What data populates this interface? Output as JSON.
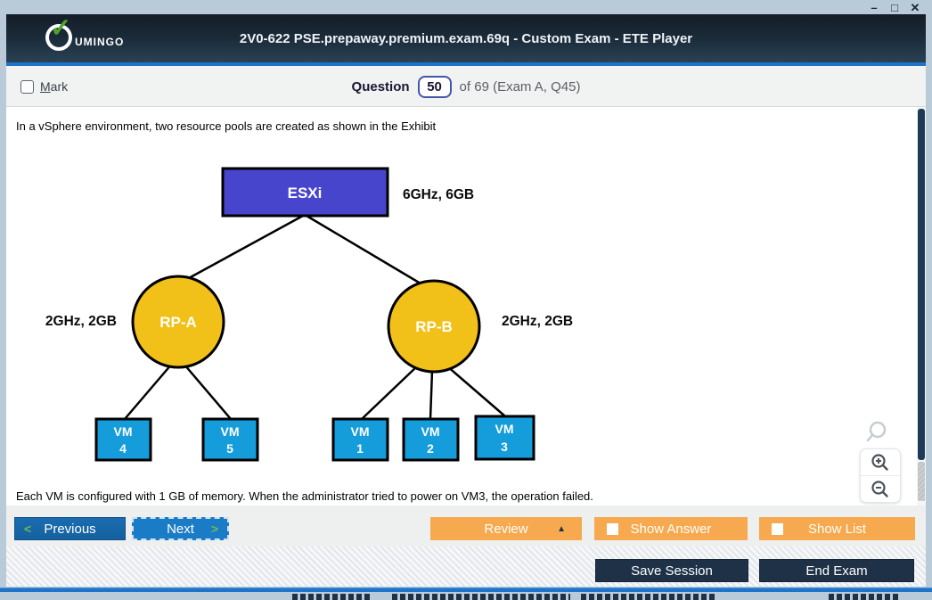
{
  "window": {
    "title": "2V0-622 PSE.prepaway.premium.exam.69q - Custom Exam - ETE Player",
    "logo_brand": "UMINGO",
    "logo_check": "✓",
    "controls": {
      "minimize": "–",
      "maximize": "□",
      "close": "✕"
    }
  },
  "question_bar": {
    "mark_initial": "M",
    "mark_rest": "ark",
    "question_word": "Question",
    "question_number": "50",
    "of_text": "of 69 (Exam A, Q45)"
  },
  "content": {
    "intro_text": "In a vSphere environment, two resource pools are created as shown in the Exhibit",
    "note_text": "Each VM is configured with 1 GB of memory. When the administrator tried to power on VM3, the operation failed."
  },
  "diagram": {
    "root": {
      "label": "ESXi",
      "annotation": "6GHz, 6GB",
      "color": "#4845cd"
    },
    "pools": [
      {
        "label": "RP-A",
        "annotation": "2GHz, 2GB",
        "color": "#f2c119"
      },
      {
        "label": "RP-B",
        "annotation": "2GHz, 2GB",
        "color": "#f2c119"
      }
    ],
    "vm_color": "#149cdb",
    "vms": [
      {
        "line1": "VM",
        "line2": "4",
        "parent": "RP-A"
      },
      {
        "line1": "VM",
        "line2": "5",
        "parent": "RP-A"
      },
      {
        "line1": "VM",
        "line2": "1",
        "parent": "RP-B"
      },
      {
        "line1": "VM",
        "line2": "2",
        "parent": "RP-B"
      },
      {
        "line1": "VM",
        "line2": "3",
        "parent": "RP-B"
      }
    ]
  },
  "toolbar": {
    "previous_label": "Previous",
    "previous_chevron": "<",
    "next_label": "Next",
    "next_chevron": ">",
    "review_label": "Review",
    "review_caret": "▲",
    "show_answer_label": "Show Answer",
    "show_list_label": "Show List",
    "save_session_label": "Save Session",
    "end_exam_label": "End Exam"
  },
  "colors": {
    "accent_blue": "#1d74c9",
    "title_bar": "#1b2b39",
    "orange_button": "#f6a94e",
    "dark_button": "#1e3147",
    "frame": "#b9cbd8"
  }
}
